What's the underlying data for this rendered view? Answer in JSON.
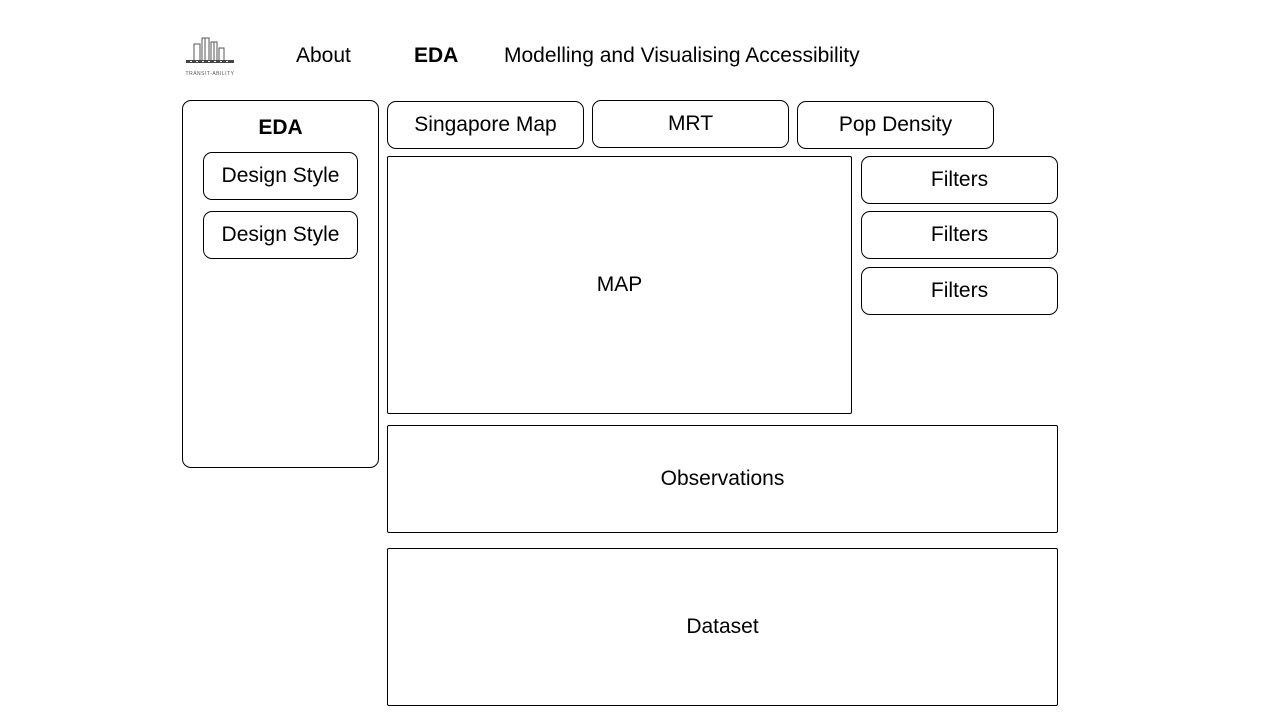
{
  "nav": {
    "logo_text": "TRANSIT-ABILITY",
    "about": "About",
    "eda": "EDA",
    "modelling": "Modelling and Visualising Accessibility"
  },
  "sidebar": {
    "title": "EDA",
    "buttons": [
      "Design Style",
      "Design Style"
    ]
  },
  "tabs": [
    "Singapore Map",
    "MRT",
    "Pop Density"
  ],
  "map": {
    "label": "MAP"
  },
  "filters": [
    "Filters",
    "Filters",
    "Filters"
  ],
  "observations": {
    "label": "Observations"
  },
  "dataset": {
    "label": "Dataset"
  }
}
